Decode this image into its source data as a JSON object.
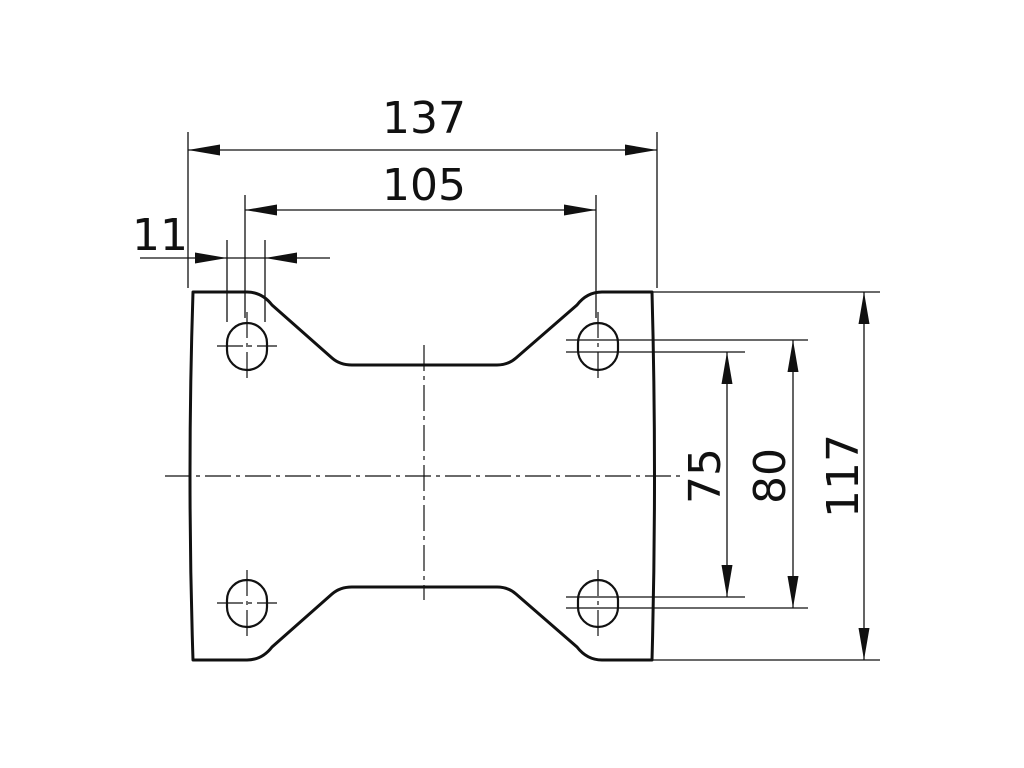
{
  "drawing": {
    "dimensions": {
      "overall_width": "137",
      "hole_spacing_width": "105",
      "edge_offset": "11",
      "slot_spacing_inner": "75",
      "slot_spacing_outer": "80",
      "overall_height": "117"
    }
  }
}
